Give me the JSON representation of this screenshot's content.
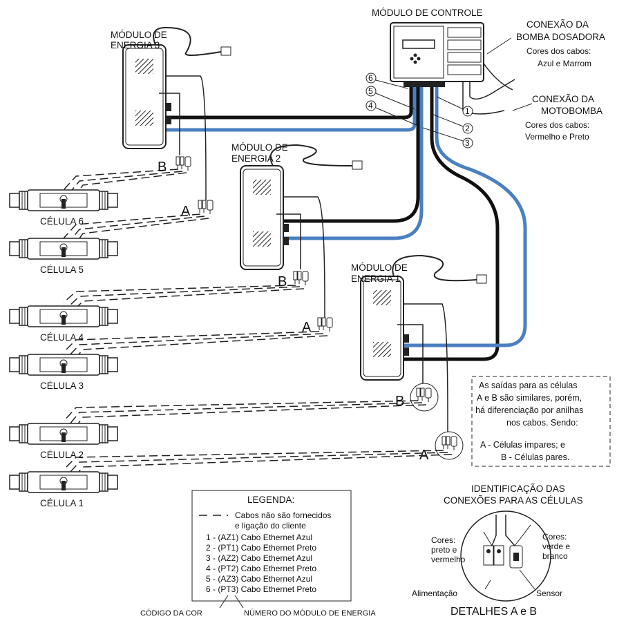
{
  "modules": {
    "control": "MÓDULO DE CONTROLE",
    "energy3": [
      "MÓDULO DE",
      "ENERGIA 3"
    ],
    "energy2": [
      "MÓDULO DE",
      "ENERGIA 2"
    ],
    "energy1": [
      "MÓDULO DE",
      "ENERGIA 1"
    ]
  },
  "pump_dosing": [
    "CONEXÃO DA",
    "BOMBA DOSADORA",
    "Cores dos cabos:",
    "Azul e Marrom"
  ],
  "motor_pump": [
    "CONEXÃO DA",
    "MOTOBOMBA",
    "Cores dos cabos:",
    "Vermelho e Preto"
  ],
  "port_numbers": [
    "6",
    "5",
    "4",
    "1",
    "2",
    "3"
  ],
  "cells": [
    "CÉLULA 6",
    "CÉLULA 5",
    "CÉLULA 4",
    "CÉLULA 3",
    "CÉLULA 2",
    "CÉLULA 1"
  ],
  "connector_letters": {
    "a": "A",
    "b": "B"
  },
  "note": [
    "As saídas para as células",
    "A e B são similares, porém,",
    "há diferenciação por anilhas",
    "nos cabos. Sendo:",
    "A - Células ímpares; e",
    "B - Células pares."
  ],
  "detail": {
    "title": [
      "IDENTIFICAÇÃO DAS",
      "CONEXÕES PARA AS CÉLULAS"
    ],
    "left_colors": [
      "Cores:",
      "preto e",
      "vermelho"
    ],
    "right_colors": [
      "Cores:",
      "verde e",
      "branco"
    ],
    "power": "Alimentação",
    "sensor": "Sensor",
    "caption": "DETALHES A e B"
  },
  "legend": {
    "title": "LEGENDA:",
    "dashed": [
      "Cabos não são fornecidos",
      "e ligação do cliente"
    ],
    "items": [
      "1 - (AZ1) Cabo Ethernet Azul",
      "2 - (PT1) Cabo Ethernet Preto",
      "3 - (AZ2) Cabo Ethernet Azul",
      "4 - (PT2) Cabo Ethernet Preto",
      "5 - (AZ3) Cabo Ethernet Azul",
      "6 - (PT3) Cabo Ethernet Preto"
    ],
    "color_code": "CÓDIGO DA COR",
    "module_number": "NÚMERO DO MÓDULO DE ENERGIA"
  },
  "colors": {
    "blue_cable": "#4a7fc1",
    "black_cable": "#111111"
  }
}
